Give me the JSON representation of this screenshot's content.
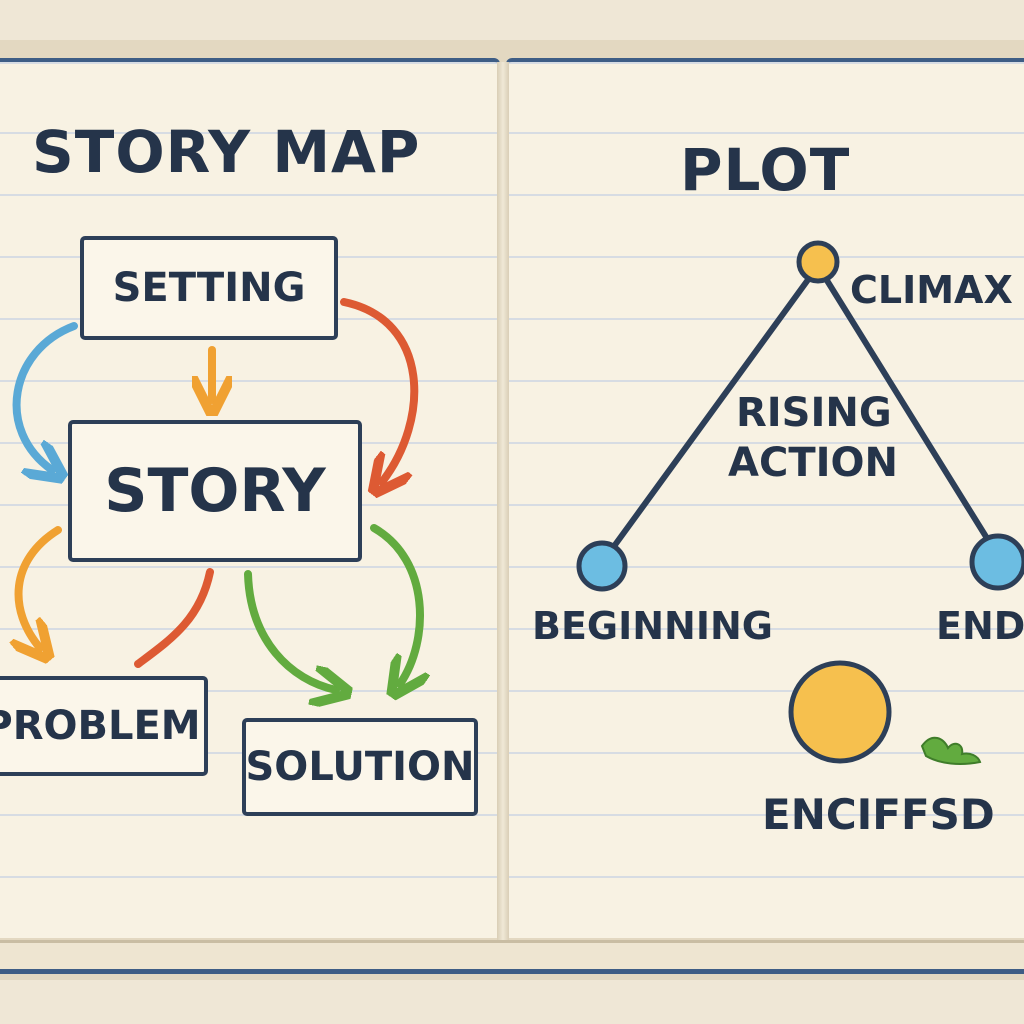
{
  "left_page": {
    "title": "STORY MAP",
    "nodes": {
      "setting": "SETTING",
      "story": "STORY",
      "problem": "PROBLEM",
      "solution": "SOLUTION"
    }
  },
  "right_page": {
    "title": "PLOT",
    "labels": {
      "climax": "CLIMAX",
      "rising_action_line1": "RISING",
      "rising_action_line2": "ACTION",
      "beginning": "BEGINNING",
      "end": "END",
      "bottom_word": "ENCIFFSD"
    }
  },
  "colors": {
    "ink": "#25344a",
    "blue": "#5aa9d6",
    "orange": "#f0a132",
    "red": "#dd5a33",
    "green": "#62ab3f",
    "yellow": "#f6c04e"
  }
}
